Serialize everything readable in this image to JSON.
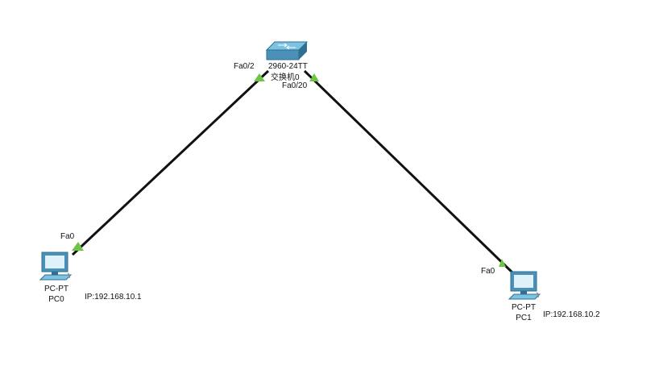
{
  "colors": {
    "link": "#111111",
    "port_status": "#6cc644",
    "device_body": "#4a90b8",
    "device_top": "#7cc3e3",
    "device_dark": "#2f6f8f",
    "screen": "#dff1fb"
  },
  "devices": {
    "switch": {
      "model": "2960-24TT",
      "name": "交换机0",
      "icon": "switch-icon"
    },
    "pc0": {
      "model": "PC-PT",
      "name": "PC0",
      "ip": "IP:192.168.10.1",
      "icon": "pc-icon"
    },
    "pc1": {
      "model": "PC-PT",
      "name": "PC1",
      "ip": "IP:192.168.10.2",
      "icon": "pc-icon"
    }
  },
  "links": [
    {
      "from_port": "Fa0/2",
      "to_port": "Fa0"
    },
    {
      "from_port": "Fa0/20",
      "to_port": "Fa0"
    }
  ]
}
